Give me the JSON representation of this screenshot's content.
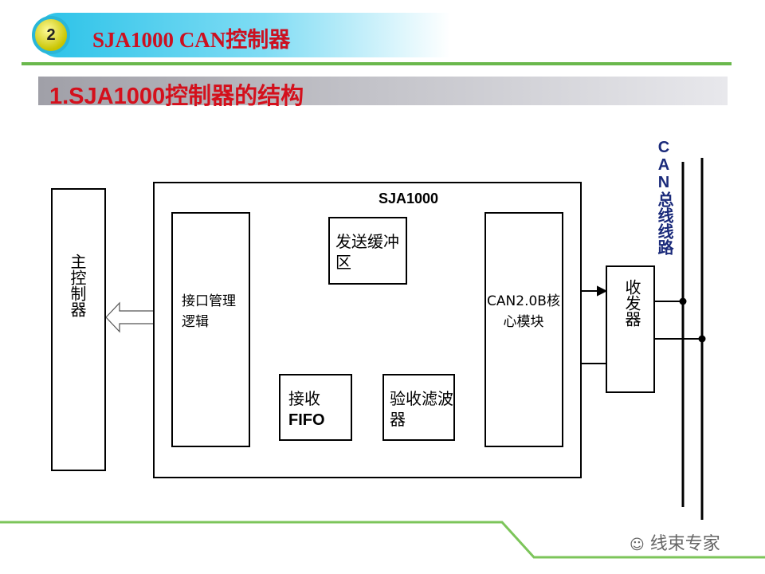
{
  "header": {
    "badge": "2",
    "title": "SJA1000  CAN控制器"
  },
  "subtitle": "1.SJA1000控制器的结构",
  "diagram": {
    "host": "主控制器",
    "chip": "SJA1000",
    "interface_logic": "接口管理逻辑",
    "tx_buffer": "发送缓冲区",
    "core": "CAN2.0B核心模块",
    "rx_fifo_1": "接收",
    "rx_fifo_2": "FIFO",
    "filter": "验收滤波器",
    "transceiver": "收发器",
    "bus": "CAN总线线路"
  },
  "watermark": "线束专家"
}
